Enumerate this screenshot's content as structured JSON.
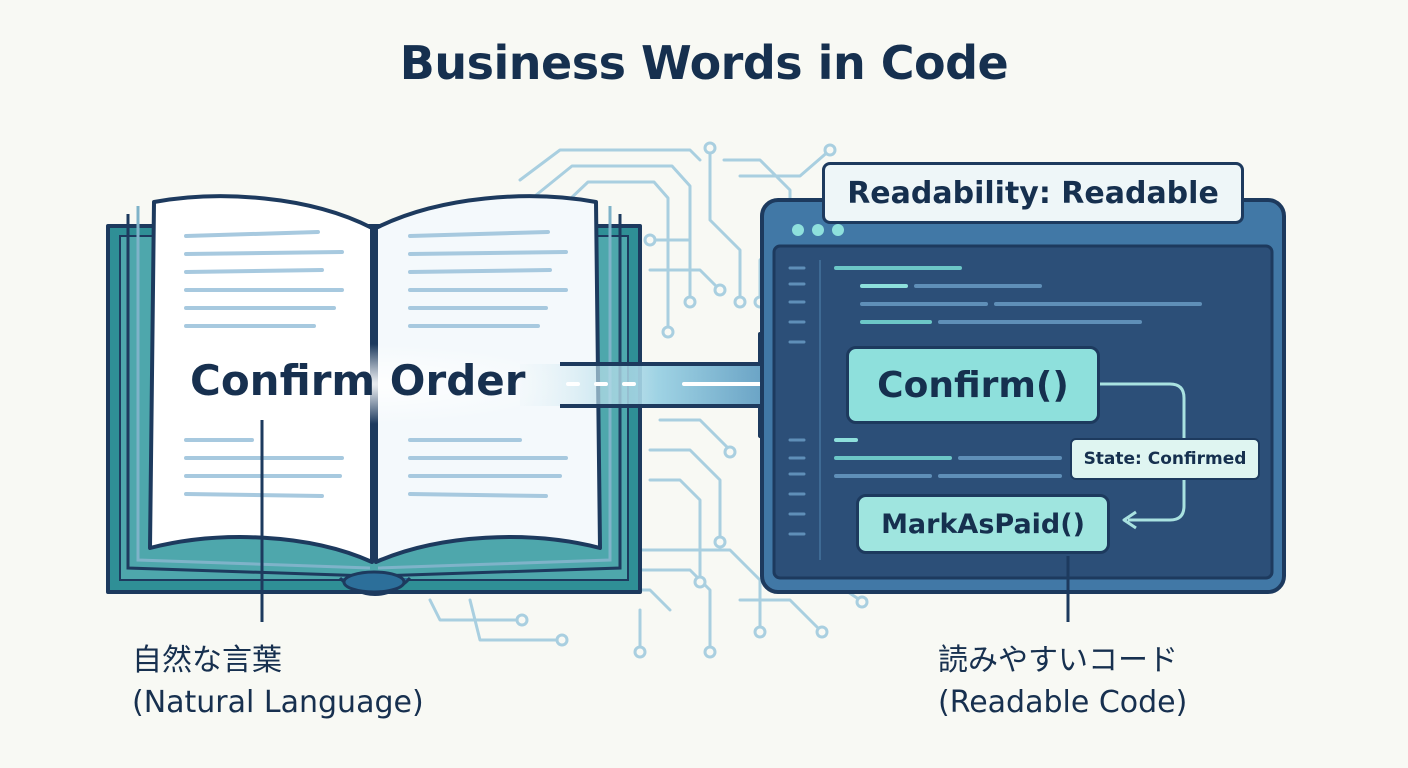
{
  "title": "Business Words in Code",
  "book": {
    "phrase": "Confirm Order",
    "caption_ja": "自然な言葉",
    "caption_en": "(Natural Language)"
  },
  "editor": {
    "readability_badge": "Readability: Readable",
    "methods": {
      "confirm": "Confirm()",
      "state": "State: Confirmed",
      "mark_as_paid": "MarkAsPaid()"
    },
    "caption_ja": "読みやすいコード",
    "caption_en": "(Readable Code)"
  },
  "colors": {
    "navy": "#1d3a5e",
    "teal": "#2f8f96",
    "mint": "#8ee0dc",
    "editor_bg": "#2c4f78",
    "arrow": "#4b87b3"
  }
}
